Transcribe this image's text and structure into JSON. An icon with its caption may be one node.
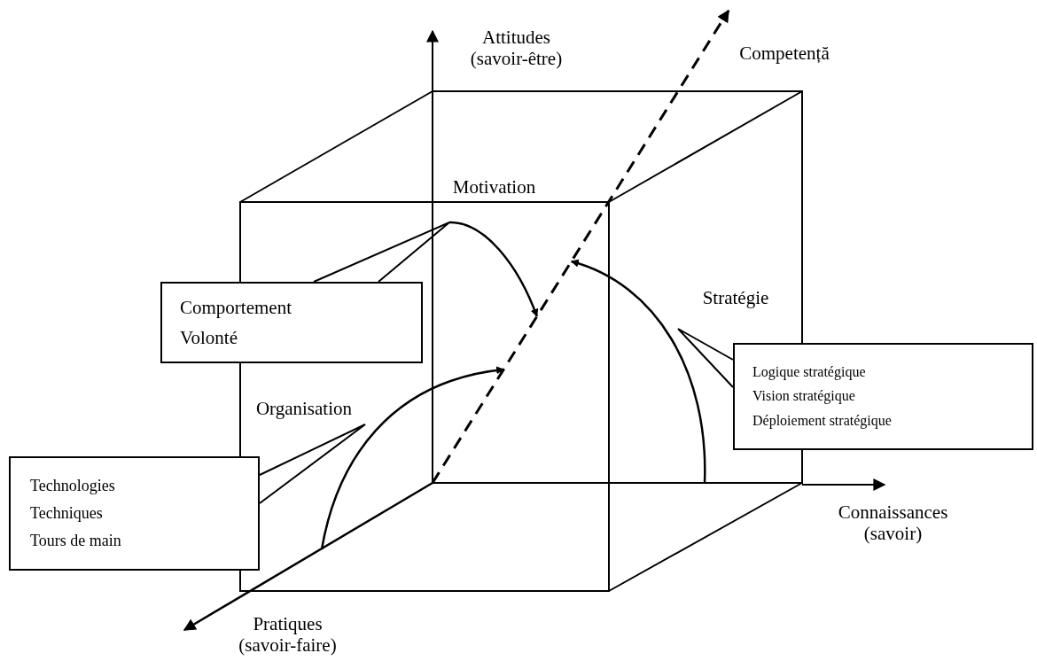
{
  "diagram": {
    "nodes": [
      {
        "text": [
          "Comportement",
          "Volonté"
        ]
      },
      {
        "text": [
          "Technologies",
          "Techniques",
          "Tours de main"
        ]
      },
      {
        "text": [
          "Logique stratégique",
          "Vision stratégique",
          "Déploiement stratégique"
        ]
      },
      {
        "text": [],
        "shape": "line"
      }
    ],
    "edges": [
      {
        "from": 0,
        "to": null,
        "arrow": "none"
      },
      {
        "from": 1,
        "to": null,
        "arrow": "none"
      },
      {
        "from": 2,
        "to": null,
        "arrow": "none"
      },
      {
        "from": null,
        "to": 3,
        "arrow": "to"
      },
      {
        "from": null,
        "to": 3,
        "arrow": "to"
      },
      {
        "from": null,
        "to": 3,
        "arrow": "to"
      }
    ],
    "labels": [
      "Attitudes (savoir-être)",
      "Competență",
      "Motivation",
      "Stratégie",
      "Organisation",
      "Connaissances (savoir)",
      "Pratiques (savoir-faire)"
    ]
  }
}
